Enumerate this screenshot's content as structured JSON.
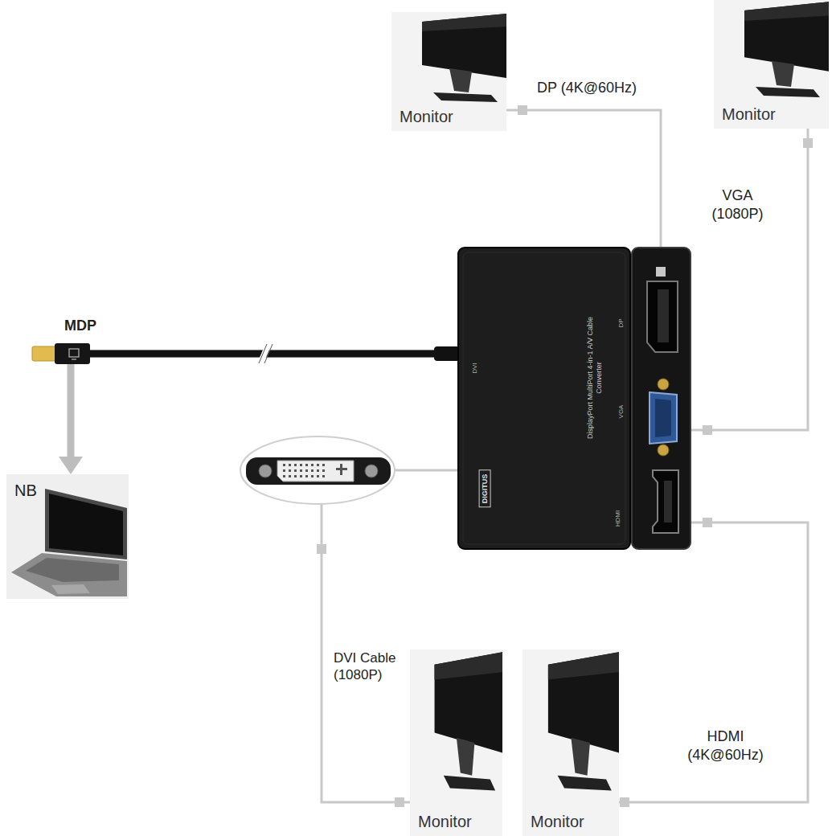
{
  "diagram": {
    "nodes": [
      {
        "text": [
          "Monitor"
        ]
      },
      {
        "text": [
          "Monitor"
        ]
      },
      {
        "text": [
          "DisplayPort MultiPort 4-in-1 A/V Cable Converter",
          "DIGITUS"
        ]
      },
      {
        "text": [
          "NB"
        ]
      },
      {
        "text": [
          "Monitor"
        ]
      },
      {
        "text": [
          "Monitor"
        ]
      }
    ],
    "edges": [
      {
        "from": 2,
        "to": 0,
        "arrow": "none",
        "label": "DP (4K@60Hz)"
      },
      {
        "from": 2,
        "to": 1,
        "arrow": "none",
        "label": "VGA (1080P)"
      },
      {
        "from": 2,
        "to": 3,
        "arrow": "to",
        "label": "MDP"
      },
      {
        "from": 2,
        "to": 4,
        "arrow": "none",
        "label": "DVI Cable (1080P)"
      },
      {
        "from": 2,
        "to": 5,
        "arrow": "none",
        "label": "HDMI (4K@60Hz)"
      }
    ],
    "labels": [
      "DP",
      "VGA",
      "HDMI",
      "DVI"
    ]
  }
}
